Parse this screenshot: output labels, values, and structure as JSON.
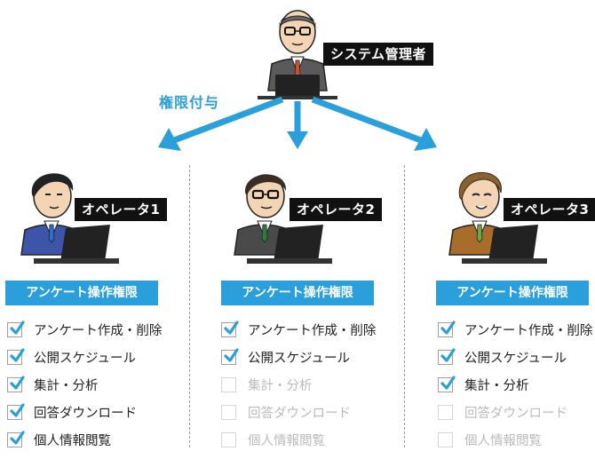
{
  "admin": {
    "label": "システム管理者"
  },
  "grant_label": "権限付与",
  "operators": [
    {
      "label": "オペレータ1",
      "suit_color": "#3d54a8",
      "permissions_title": "アンケート操作権限",
      "permissions": [
        {
          "label": "アンケート作成・削除",
          "checked": true
        },
        {
          "label": "公開スケジュール",
          "checked": true
        },
        {
          "label": "集計・分析",
          "checked": true
        },
        {
          "label": "回答ダウンロード",
          "checked": true
        },
        {
          "label": "個人情報閲覧",
          "checked": true
        }
      ]
    },
    {
      "label": "オペレータ2",
      "suit_color": "#4a4a4a",
      "permissions_title": "アンケート操作権限",
      "permissions": [
        {
          "label": "アンケート作成・削除",
          "checked": true
        },
        {
          "label": "公開スケジュール",
          "checked": true
        },
        {
          "label": "集計・分析",
          "checked": false
        },
        {
          "label": "回答ダウンロード",
          "checked": false
        },
        {
          "label": "個人情報閲覧",
          "checked": false
        }
      ]
    },
    {
      "label": "オペレータ3",
      "suit_color": "#a86d2a",
      "permissions_title": "アンケート操作権限",
      "permissions": [
        {
          "label": "アンケート作成・削除",
          "checked": true
        },
        {
          "label": "公開スケジュール",
          "checked": true
        },
        {
          "label": "集計・分析",
          "checked": true
        },
        {
          "label": "回答ダウンロード",
          "checked": false
        },
        {
          "label": "個人情報閲覧",
          "checked": false
        }
      ]
    }
  ],
  "colors": {
    "accent": "#2a9fdc",
    "check": "#2a9fdc",
    "label_bg": "#111111"
  }
}
